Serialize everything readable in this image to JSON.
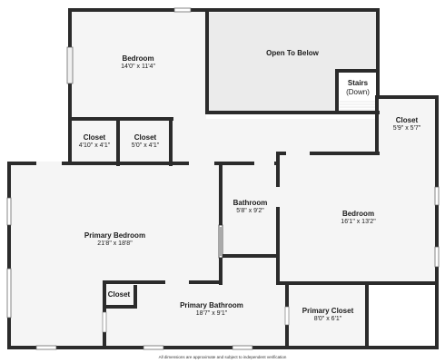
{
  "rooms": {
    "bedroom_top": {
      "name": "Bedroom",
      "dims": "14'0\" x 11'4\""
    },
    "open_to_below": {
      "name": "Open To Below"
    },
    "stairs": {
      "name": "Stairs",
      "note": "(Down)"
    },
    "closet_left": {
      "name": "Closet",
      "dims": "4'10\" x 4'1\""
    },
    "closet_mid": {
      "name": "Closet",
      "dims": "5'0\" x 4'1\""
    },
    "closet_right": {
      "name": "Closet",
      "dims": "5'9\" x 5'7\""
    },
    "bathroom": {
      "name": "Bathroom",
      "dims": "5'8\" x 9'2\""
    },
    "bedroom_right": {
      "name": "Bedroom",
      "dims": "16'1\" x 13'2\""
    },
    "primary_bedroom": {
      "name": "Primary Bedroom",
      "dims": "21'8\" x 18'8\""
    },
    "closet_small": {
      "name": "Closet"
    },
    "primary_bathroom": {
      "name": "Primary Bathroom",
      "dims": "18'7\" x 9'1\""
    },
    "primary_closet": {
      "name": "Primary Closet",
      "dims": "8'0\" x 6'1\""
    }
  },
  "disclaimer": "All dimensions are approximate and subject to independent verification",
  "colors": {
    "wall": "#2b2b2b",
    "floor": "#f5f5f5",
    "open_area": "#ebebeb",
    "window": "#ffffff"
  }
}
